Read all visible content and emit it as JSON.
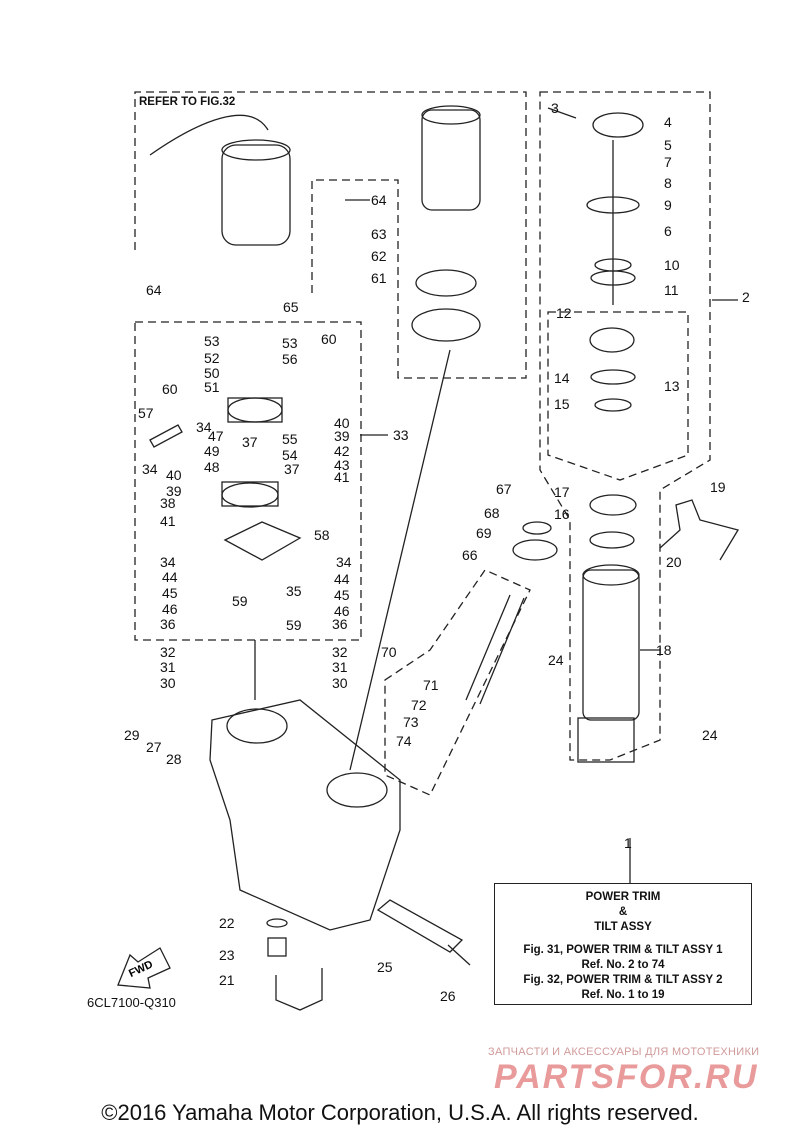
{
  "refer_label": "REFER TO FIG.32",
  "drawing_id": "6CL7100-Q310",
  "fwd_label": "FWD",
  "caption": {
    "title_line1": "POWER TRIM",
    "title_line2": "&",
    "title_line3": "TILT ASSY",
    "fig31": "Fig. 31, POWER TRIM & TILT ASSY 1",
    "fig31_ref": "Ref. No. 2 to 74",
    "fig32": "Fig. 32, POWER TRIM & TILT ASSY 2",
    "fig32_ref": "Ref. No. 1 to 19"
  },
  "watermark": {
    "line1": "ЗАПЧАСТИ И АКСЕССУАРЫ ДЛЯ МОТОТЕХНИКИ",
    "line2": "PARTSFOR.RU"
  },
  "copyright": "©2016 Yamaha Motor Corporation, U.S.A. All rights reserved.",
  "part_numbers": [
    "1",
    "2",
    "3",
    "4",
    "5",
    "7",
    "8",
    "9",
    "6",
    "10",
    "11",
    "12",
    "13",
    "14",
    "15",
    "16",
    "17",
    "18",
    "19",
    "20",
    "21",
    "22",
    "23",
    "24",
    "24",
    "25",
    "26",
    "27",
    "28",
    "29",
    "30",
    "30",
    "31",
    "31",
    "32",
    "32",
    "33",
    "34",
    "34",
    "34",
    "34",
    "35",
    "36",
    "36",
    "37",
    "37",
    "38",
    "39",
    "39",
    "40",
    "40",
    "41",
    "41",
    "42",
    "43",
    "44",
    "44",
    "45",
    "45",
    "46",
    "46",
    "47",
    "48",
    "49",
    "50",
    "51",
    "52",
    "53",
    "53",
    "54",
    "55",
    "56",
    "57",
    "58",
    "59",
    "59",
    "60",
    "60",
    "61",
    "62",
    "63",
    "64",
    "64",
    "65",
    "66",
    "67",
    "68",
    "69",
    "70",
    "71",
    "72",
    "73",
    "74"
  ],
  "colors": {
    "line": "#222222",
    "watermark": "#e99a9a"
  }
}
